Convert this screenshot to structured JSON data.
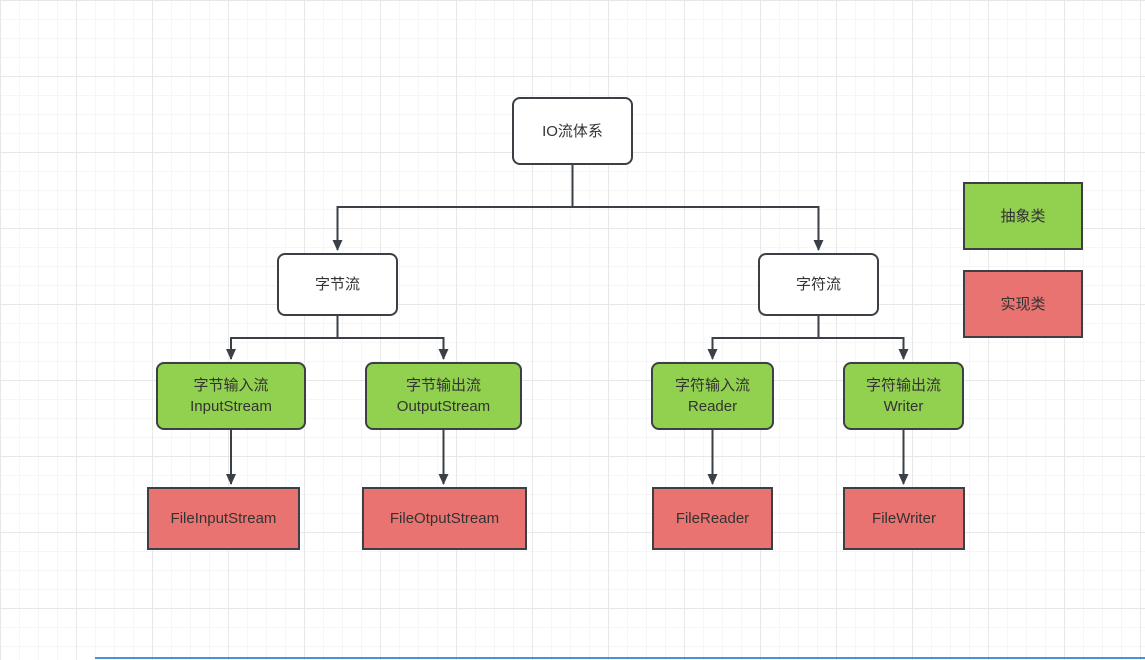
{
  "canvas": {
    "background": "#ffffff",
    "grid_major_color": "#e7e7e7",
    "grid_minor_color": "#f6f6f6"
  },
  "colors": {
    "abstract_green": "#92d050",
    "implementation_red": "#e97370",
    "shape_border": "#3a4045",
    "connector_line": "#3a4045",
    "text": "#333333",
    "scrollbar_blue": "#4a90e2"
  },
  "nodes": {
    "root": {
      "label": "IO流体系"
    },
    "byte_stream": {
      "label": "字节流"
    },
    "char_stream": {
      "label": "字符流"
    },
    "byte_input": {
      "label_cn": "字节输入流",
      "label_en": "InputStream"
    },
    "byte_output": {
      "label_cn": "字节输出流",
      "label_en": "OutputStream"
    },
    "char_input": {
      "label_cn": "字符输入流",
      "label_en": "Reader"
    },
    "char_output": {
      "label_cn": "字符输出流",
      "label_en": "Writer"
    },
    "file_input": {
      "label": "FileInputStream"
    },
    "file_output": {
      "label": "FileOtputStream"
    },
    "file_reader": {
      "label": "FileReader"
    },
    "file_writer": {
      "label": "FileWriter"
    }
  },
  "legend": {
    "abstract": {
      "label": "抽象类"
    },
    "implementation": {
      "label": "实现类"
    }
  }
}
